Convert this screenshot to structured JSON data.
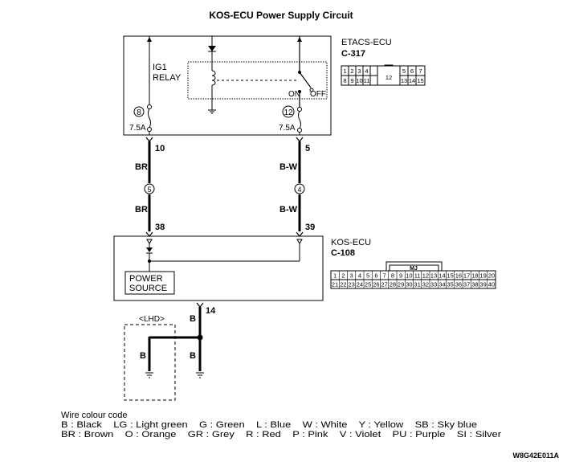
{
  "title": "KOS-ECU  Power Supply Circuit",
  "etacs": {
    "name": "ETACS-ECU",
    "connector": "C-317",
    "relay_line1": "IG1",
    "relay_line2": "RELAY",
    "switch_on": "ON",
    "switch_off": "OFF",
    "fuse_left_no": "8",
    "fuse_left_rating": "7.5A",
    "fuse_right_no": "12",
    "fuse_right_rating": "7.5A",
    "pin_left": "10",
    "pin_right": "5"
  },
  "etacs_connector_pins": {
    "row1": [
      "1",
      "2",
      "3",
      "4",
      "5",
      "6",
      "7"
    ],
    "middle": "12",
    "row2": [
      "8",
      "9",
      "10",
      "11",
      "13",
      "14",
      "15"
    ]
  },
  "wires": {
    "left_color_top": "BR",
    "left_color_bottom": "BR",
    "left_junction": "5",
    "right_color_top": "B-W",
    "right_color_bottom": "B-W",
    "right_junction": "4"
  },
  "kos": {
    "name": "KOS-ECU",
    "connector": "C-108",
    "pin_left": "38",
    "pin_right": "39",
    "power_line1": "POWER",
    "power_line2": "SOURCE",
    "ground_pin": "14"
  },
  "kos_connector_pins": {
    "label": "MJ",
    "row1": [
      "1",
      "2",
      "3",
      "4",
      "5",
      "6",
      "7",
      "8",
      "9",
      "10",
      "11",
      "12",
      "13",
      "14",
      "15",
      "16",
      "17",
      "18",
      "19",
      "20"
    ],
    "row2": [
      "21",
      "22",
      "23",
      "24",
      "25",
      "26",
      "27",
      "28",
      "29",
      "30",
      "31",
      "32",
      "33",
      "34",
      "35",
      "36",
      "37",
      "38",
      "39",
      "40"
    ]
  },
  "ground": {
    "lhd": "<LHD>",
    "color_main": "B",
    "color_left": "B",
    "color_right": "B"
  },
  "legend": {
    "title": "Wire colour code",
    "line1": "B : Black    LG : Light green    G : Green    L : Blue    W : White    Y : Yellow    SB : Sky blue",
    "line2": "BR : Brown    O : Orange    GR : Grey    R : Red    P : Pink    V : Violet    PU : Purple    SI : Silver"
  },
  "figure_code": "W8G42E011A"
}
